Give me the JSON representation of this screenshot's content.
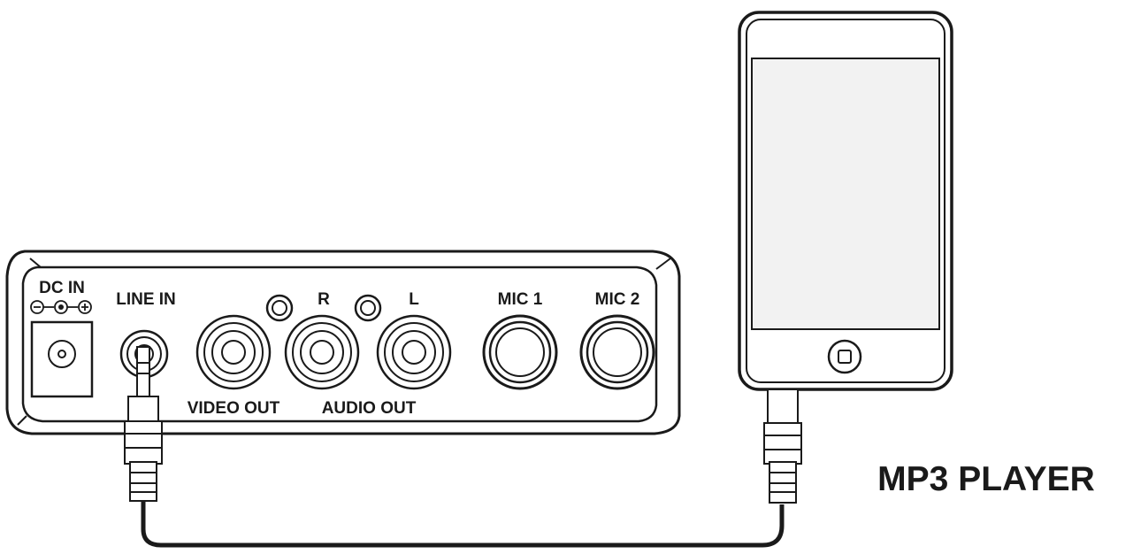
{
  "device": {
    "dc_in": "DC IN",
    "line_in": "LINE IN",
    "r_label": "R",
    "l_label": "L",
    "mic1": "MIC 1",
    "mic2": "MIC 2",
    "video_out": "VIDEO OUT",
    "audio_out": "AUDIO OUT"
  },
  "player": {
    "label": "MP3 PLAYER"
  },
  "colors": {
    "line": "#1a1a1a",
    "background": "#ffffff",
    "screen": "#f2f2f2"
  }
}
